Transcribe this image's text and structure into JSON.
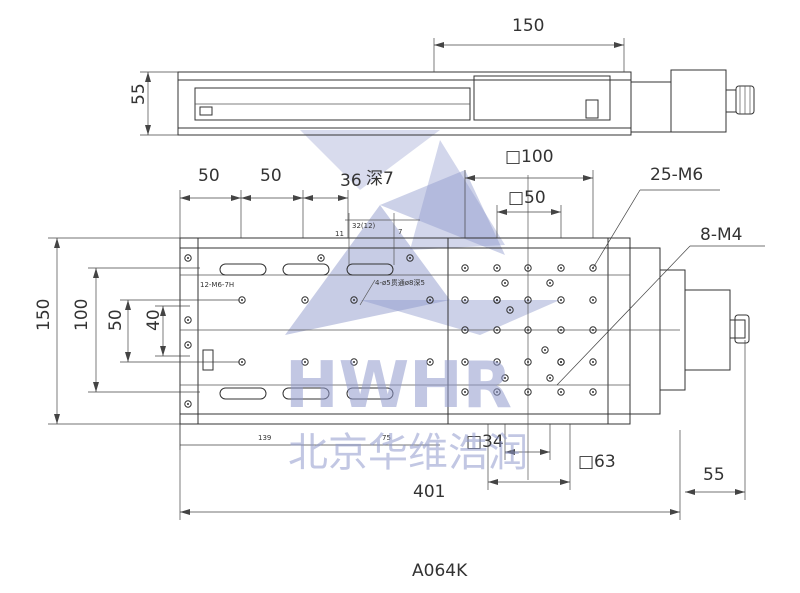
{
  "drawing": {
    "model": "A064K",
    "dims": {
      "top_150": "150",
      "side_55": "55",
      "sq100": "□100",
      "sq50": "□50",
      "d50a": "50",
      "d50b": "50",
      "d36": "36",
      "depth7": "深7",
      "m6": "25-M6",
      "m4": "8-M4",
      "h150": "150",
      "h100": "100",
      "h50": "50",
      "h40": "40",
      "sq34": "□34",
      "sq63": "□63",
      "len401": "401",
      "right55": "55",
      "d139": "139",
      "d75": "75",
      "d32": "32(12)",
      "d11": "11",
      "d7": "7",
      "note_m6": "12-M6-7H",
      "note_holes": "4-ø5贯通ø8深5"
    },
    "watermark": {
      "brand": "HWHR",
      "company": "北京华维浩润"
    }
  }
}
